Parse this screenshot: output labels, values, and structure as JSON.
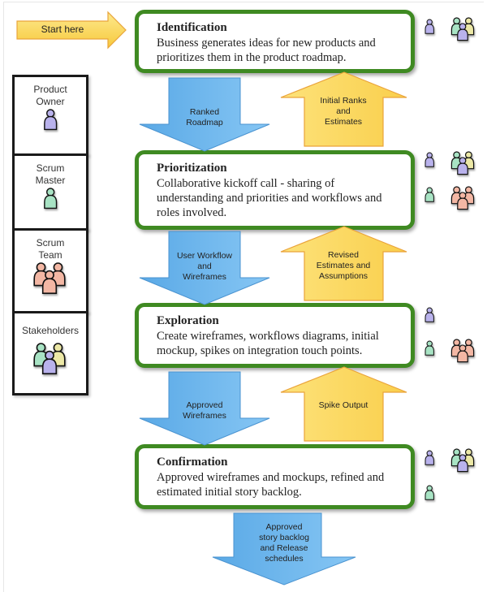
{
  "start_label": "Start here",
  "stages": [
    {
      "title": "Identification",
      "description_lines": [
        "Business generates ideas for new products and",
        "prioritizes them in the product roadmap."
      ]
    },
    {
      "title": "Prioritization",
      "description_lines": [
        "Collaborative kickoff call - sharing of",
        "understanding and priorities and workflows and",
        "roles involved."
      ]
    },
    {
      "title": "Exploration",
      "description_lines": [
        "Create wireframes, workflows diagrams, initial",
        "mockup, spikes on integration touch points."
      ]
    },
    {
      "title": "Confirmation",
      "description_lines": [
        "Approved wireframes and mockups, refined and",
        "estimated initial story backlog."
      ]
    }
  ],
  "down_arrows": [
    {
      "lines": [
        "Ranked",
        "Roadmap"
      ]
    },
    {
      "lines": [
        "User Workflow",
        "and",
        "Wireframes"
      ]
    },
    {
      "lines": [
        "Approved",
        "Wireframes"
      ]
    },
    {
      "lines": [
        "Approved",
        "story backlog",
        "and Release",
        "schedules"
      ]
    }
  ],
  "up_arrows": [
    {
      "lines": [
        "Initial Ranks",
        "and",
        "Estimates"
      ]
    },
    {
      "lines": [
        "Revised",
        "Estimates and",
        "Assumptions"
      ]
    },
    {
      "lines": [
        "Spike Output"
      ]
    }
  ],
  "roles": [
    {
      "label_lines": [
        "Product",
        "Owner"
      ],
      "icon": "person-icon",
      "kind": "single",
      "color": "#b9b2ec"
    },
    {
      "label_lines": [
        "Scrum",
        "Master"
      ],
      "icon": "person-icon",
      "kind": "single",
      "color": "#a8e3c4"
    },
    {
      "label_lines": [
        "Scrum",
        "Team"
      ],
      "icon": "group-icon",
      "kind": "group",
      "colors": [
        "#f3b7a4",
        "#f3b7a4",
        "#f3b7a4"
      ]
    },
    {
      "label_lines": [
        "Stakeholders"
      ],
      "icon": "group-icon",
      "kind": "group",
      "colors": [
        "#a8e3c4",
        "#ece8a6",
        "#b9b2ec"
      ]
    }
  ],
  "stage_participants": [
    [
      "Product Owner",
      "Stakeholders"
    ],
    [
      "Product Owner",
      "Stakeholders",
      "Scrum Master",
      "Scrum Team"
    ],
    [
      "Product Owner",
      "Scrum Master",
      "Scrum Team"
    ],
    [
      "Product Owner",
      "Stakeholders",
      "Scrum Master"
    ]
  ],
  "colors": {
    "stage_border": "#3f8a22",
    "down_arrow": "#6cb6ec",
    "up_arrow": "#fbdc63",
    "start_arrow": "#fbdc63"
  }
}
